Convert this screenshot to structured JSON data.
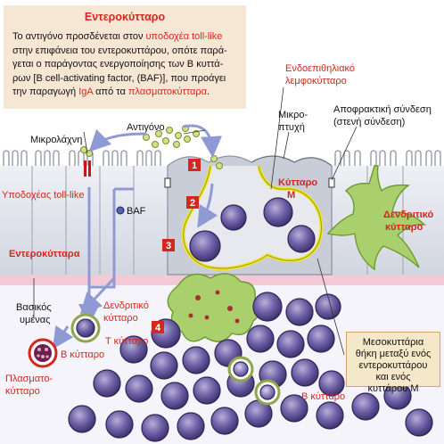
{
  "intro": {
    "title": "Εντεροκύτταρο",
    "line1_a": "Το αντιγόνο προσδένεται στον ",
    "line1_hl": "υποδοχέα toll-like",
    "line2": "στην επιφάνεια του εντεροκυττάρου, οπότε παρά-",
    "line3": "γεται ο παράγοντας ενεργοποίησης των Β κυττά-",
    "line4": "ρων [B cell-activating factor, (BAF)], που προάγει",
    "line5_a": "την παραγωγή ",
    "line5_hl1": "IgA",
    "line5_b": " από τα ",
    "line5_hl2": "πλασματοκύτταρα",
    "line5_c": "."
  },
  "labels": {
    "intraepithelial": [
      "Ενδοεπιθηλιακό",
      "λεμφοκύτταρο"
    ],
    "antigen": "Αντιγόνο",
    "microvilli": "Μικρολάχνη",
    "microfold": [
      "Μικρο-",
      "πτυχή"
    ],
    "tight_junction": [
      "Αποφρακτική σύνδεση",
      "(στενή σύνδεση)"
    ],
    "m_cell": [
      "Κύτταρο",
      "Μ"
    ],
    "toll_receptor": "Υποδοχέας toll-like",
    "baf": "BAF",
    "dendritic_right": [
      "Δενδριτικό",
      "κύτταρο"
    ],
    "enterocytes": "Εντεροκύτταρα",
    "basement": [
      "Βασικός",
      "υμένας"
    ],
    "dendritic_mid": [
      "Δενδριτικό",
      "κύτταρο"
    ],
    "t_cell": "Τ κύτταρο",
    "b_cell_left": "Β κύτταρο",
    "plasma": [
      "Πλασματο-",
      "κύτταρο"
    ],
    "b_cell_bottom": "Β κύτταρο"
  },
  "steps": [
    "1",
    "2",
    "3",
    "4"
  ],
  "mesocell_box": [
    "Μεσοκυττάρια",
    "θήκη μεταξύ ενός",
    "εντεροκυττάρου",
    "και ενός",
    "κυττάρου Μ"
  ],
  "colors": {
    "highlight_red": "#d3271f",
    "intro_bg": "#f6e6d4",
    "note_bg": "#f5e8c8",
    "epithelium": "#dfe2e9",
    "lamina": "#f3c9d6",
    "lymphocyte": "#5f5193",
    "dendritic": "#a9d06c",
    "arrow_blue": "#8f9ad4",
    "m_cell_outline": "#efe62c"
  }
}
